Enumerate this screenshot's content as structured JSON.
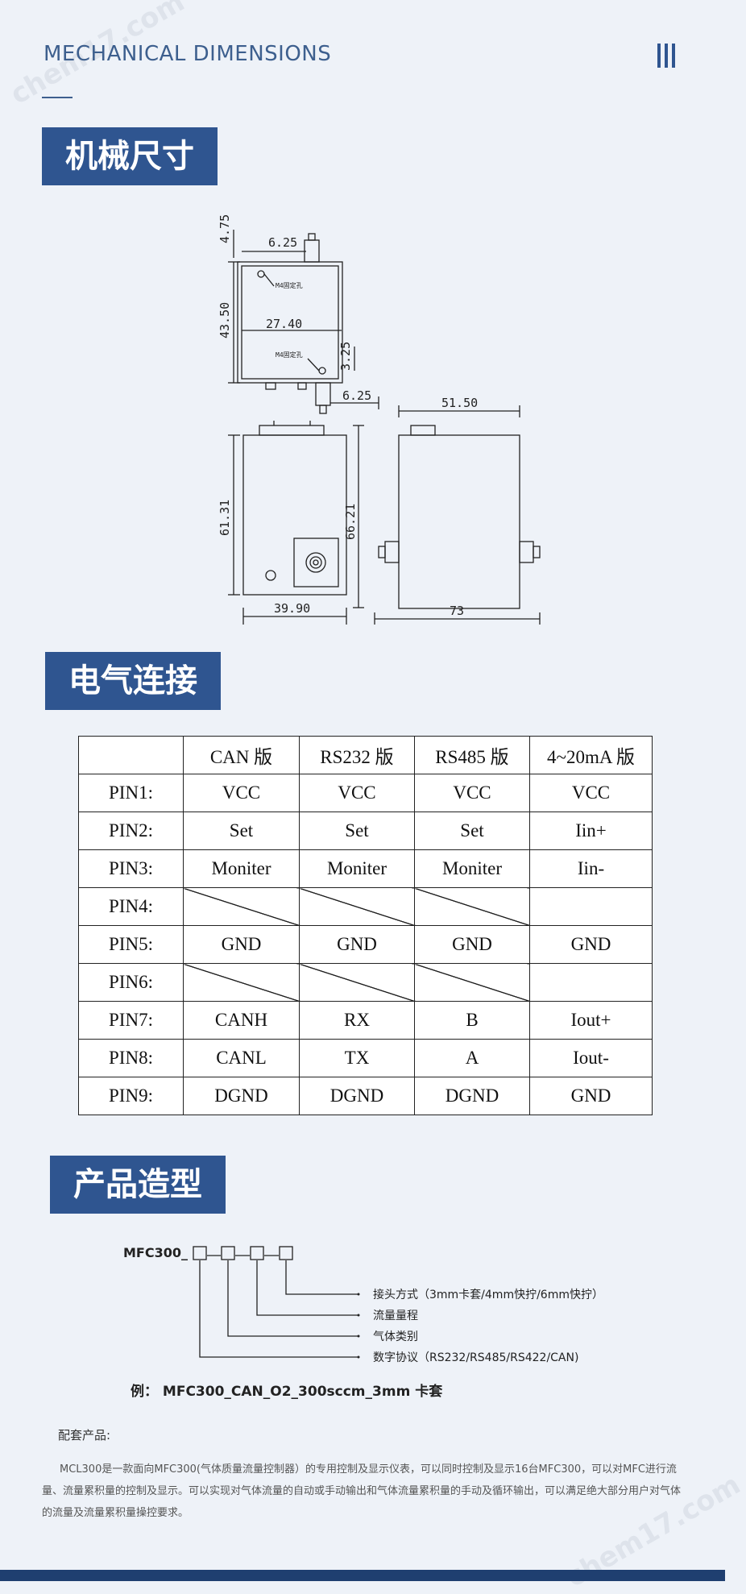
{
  "header": {
    "title": "MECHANICAL DIMENSIONS"
  },
  "sections": {
    "mechanical": "机械尺寸",
    "electrical": "电气连接",
    "product": "产品造型"
  },
  "drawing": {
    "top_view": {
      "dims": [
        "4.75",
        "6.25",
        "43.50",
        "27.40",
        "3.25",
        "6.25"
      ],
      "hole_label": "M4固定孔"
    },
    "front_view": {
      "dims": [
        "61.31",
        "66.21",
        "39.90"
      ]
    },
    "side_view": {
      "dims": [
        "51.50",
        "73"
      ]
    }
  },
  "pin_table": {
    "headers": [
      "",
      "CAN 版",
      "RS232 版",
      "RS485 版",
      "4~20mA 版"
    ],
    "rows": [
      {
        "pin": "PIN1:",
        "can": "VCC",
        "rs232": "VCC",
        "rs485": "VCC",
        "ma": "VCC"
      },
      {
        "pin": "PIN2:",
        "can": "Set",
        "rs232": "Set",
        "rs485": "Set",
        "ma": "Iin+"
      },
      {
        "pin": "PIN3:",
        "can": "Moniter",
        "rs232": "Moniter",
        "rs485": "Moniter",
        "ma": "Iin-"
      },
      {
        "pin": "PIN4:",
        "can": "",
        "rs232": "",
        "rs485": "",
        "ma": ""
      },
      {
        "pin": "PIN5:",
        "can": "GND",
        "rs232": "GND",
        "rs485": "GND",
        "ma": "GND"
      },
      {
        "pin": "PIN6:",
        "can": "",
        "rs232": "",
        "rs485": "",
        "ma": ""
      },
      {
        "pin": "PIN7:",
        "can": "CANH",
        "rs232": "RX",
        "rs485": "B",
        "ma": "Iout+"
      },
      {
        "pin": "PIN8:",
        "can": "CANL",
        "rs232": "TX",
        "rs485": "A",
        "ma": "Iout-"
      },
      {
        "pin": "PIN9:",
        "can": "DGND",
        "rs232": "DGND",
        "rs485": "DGND",
        "ma": "GND"
      }
    ]
  },
  "product_model": {
    "prefix": "MFC300_",
    "labels": [
      "接头方式（3mm卡套/4mm快拧/6mm快拧）",
      "流量量程",
      "气体类别",
      "数字协议（RS232/RS485/RS422/CAN)"
    ],
    "example": "例：  MFC300_CAN_O2_300sccm_3mm 卡套"
  },
  "related": {
    "title": "配套产品:",
    "description": "MCL300是一款面向MFC300(气体质量流量控制器）的专用控制及显示仪表，可以同时控制及显示16台MFC300，可以对MFC进行流量、流量累积量的控制及显示。可以实现对气体流量的自动或手动输出和气体流量累积量的手动及循环输出，可以满足绝大部分用户对气体的流量及流量累积量操控要求。"
  },
  "watermarks": [
    "chem17.com",
    "chem17.com"
  ]
}
